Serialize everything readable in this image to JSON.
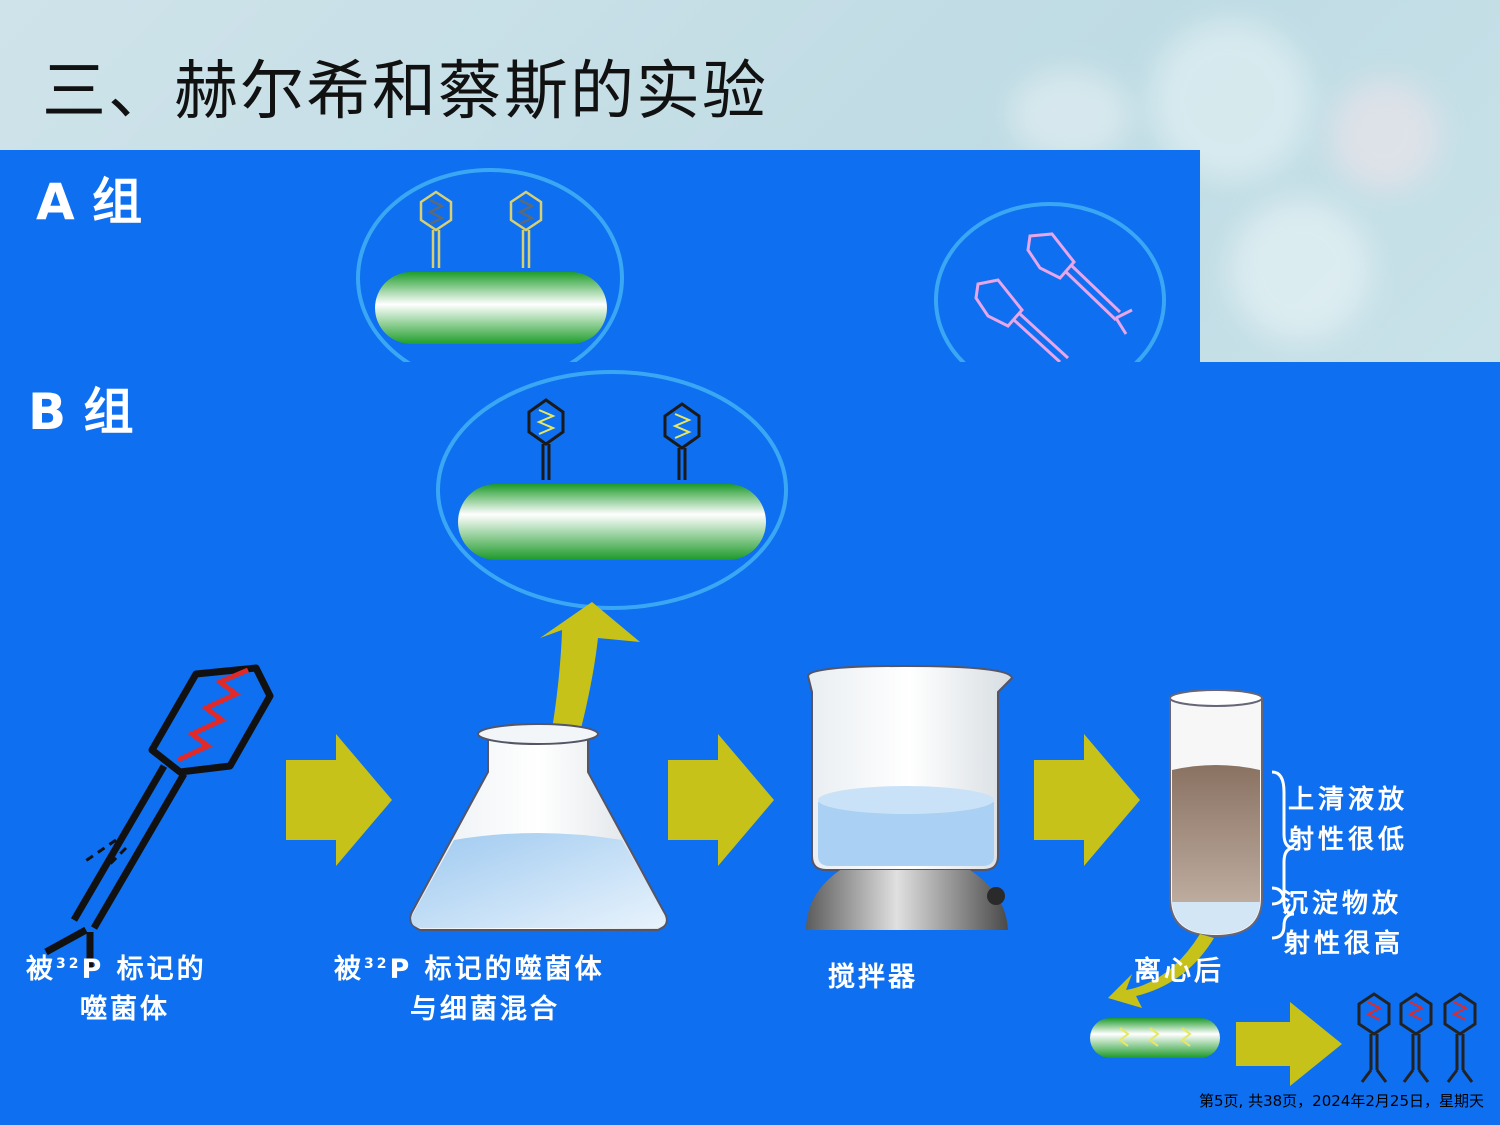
{
  "slide": {
    "title": "三、赫尔希和蔡斯的实验",
    "footer": "第5页, 共38页，2024年2月25日，星期天"
  },
  "group_a": {
    "label": "A 组"
  },
  "group_b": {
    "label": "B 组",
    "step1_caption_line1": "被",
    "step1_caption_sup": "32",
    "step1_caption_line1_rest": "P 标记的",
    "step1_caption_line2": "噬菌体",
    "step2_caption_line1": "被",
    "step2_caption_sup": "32",
    "step2_caption_line1_rest": "P 标记的噬菌体",
    "step2_caption_line2": "与细菌混合",
    "step3_caption": "搅拌器",
    "step4_caption": "离心后",
    "supernatant_line1": "上清液放",
    "supernatant_line2": "射性很低",
    "sediment_line1": "沉淀物放",
    "sediment_line2": "射性很高"
  },
  "colors": {
    "panel_blue": "#0e6ff0",
    "arrow_yellow": "#c6c21a",
    "bacteria_green": "#2fb33a",
    "ring_blue": "#3aa7f5"
  }
}
